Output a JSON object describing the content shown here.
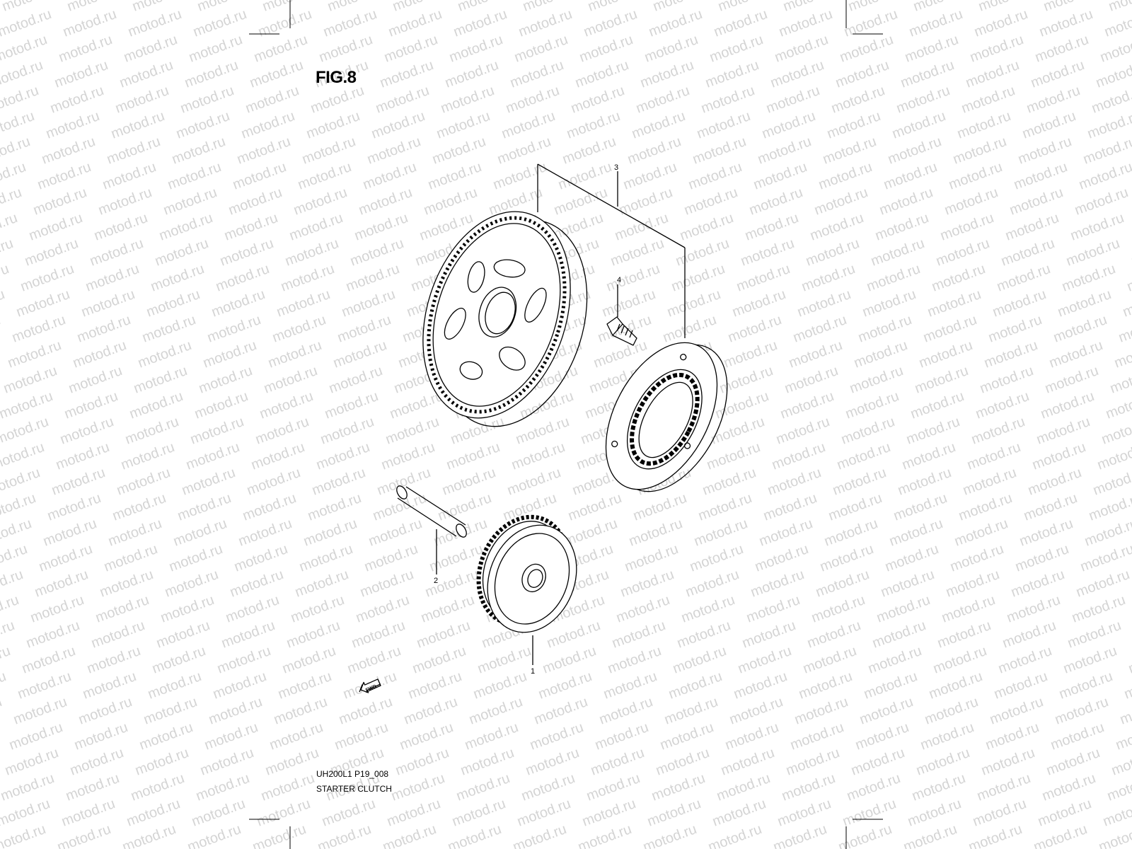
{
  "figure": {
    "title": "FIG.8",
    "drawing_code": "UH200L1 P19_008",
    "caption": "STARTER CLUTCH"
  },
  "callouts": [
    {
      "id": "1",
      "part": "starter-driven-gear"
    },
    {
      "id": "2",
      "part": "shaft"
    },
    {
      "id": "3",
      "part": "starter-clutch-assembly"
    },
    {
      "id": "4",
      "part": "bolt"
    }
  ],
  "direction_marker": {
    "label": "FWD",
    "icon": "arrow-left-icon"
  },
  "watermark": {
    "text": "motod.ru"
  }
}
